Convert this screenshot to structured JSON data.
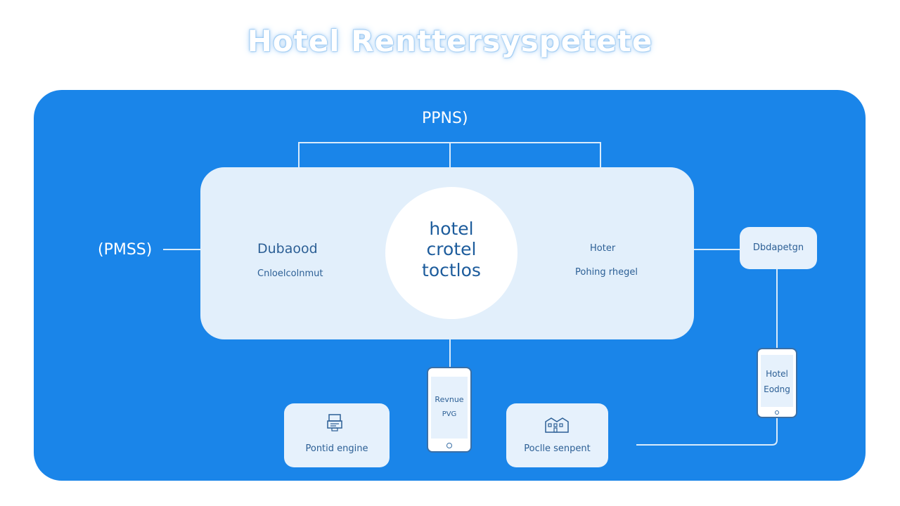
{
  "title": "Hotel   Renttersyspetete",
  "top_label": "PPNS)",
  "left_label": "(PMSS)",
  "hub": {
    "left_title": "Dubaood",
    "left_subtitle": "Cnloelcolnmut",
    "center_lines": [
      "hotel",
      "crotel",
      "toctlos"
    ],
    "right_title": "Hoter",
    "right_subtitle": "Pohing rhegel"
  },
  "nodes": {
    "right_top": "Dbdapetgn",
    "bottom_left": "Pontid engine",
    "bottom_right": "Poclle senpent"
  },
  "phones": {
    "center": {
      "line1": "Revnue",
      "line2": "PVG"
    },
    "right": {
      "line1": "Hotel",
      "line2": "Eodng"
    }
  },
  "icons": {
    "bottom_left": "booking-engine-icon",
    "bottom_right": "hotel-building-icon"
  },
  "colors": {
    "panel": "#1a85e9",
    "hub": "#e2effb",
    "text_dark": "#2c5f95"
  }
}
